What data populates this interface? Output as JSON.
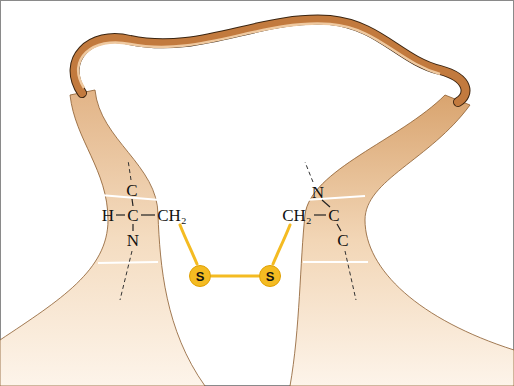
{
  "diagram": {
    "nodes": [
      {
        "text": [
          "S"
        ]
      },
      {
        "text": [
          "S"
        ]
      }
    ],
    "edges": [
      {
        "from": 0,
        "to": 1,
        "arrow": "none"
      }
    ],
    "labels": [
      "C",
      "H",
      "C",
      "CH₂",
      "N",
      "N",
      "CH₂",
      "C",
      "C"
    ]
  }
}
